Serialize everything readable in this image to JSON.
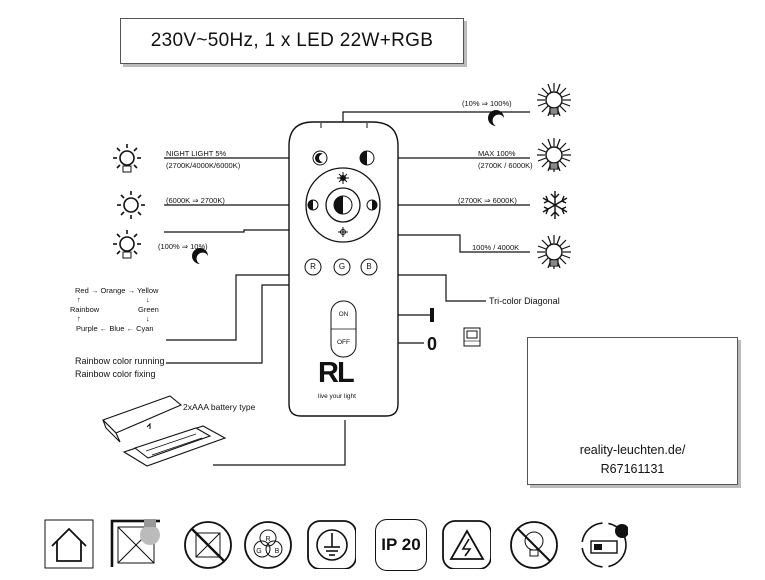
{
  "spec": "230V~50Hz, 1 x LED  22W+RGB",
  "callouts": {
    "top_range": "(10% ⇒ 100%)",
    "night_light_title": "NIGHT LIGHT 5%",
    "night_light_temps": "(2700K/4000K/6000K)",
    "max_title": "MAX 100%",
    "max_temps": "(2700K / 6000K)",
    "warm_shift": "(6000K ⇒ 2700K)",
    "cool_shift": "(2700K ⇒ 6000K)",
    "dim_range": "(100% ⇒ 10%)",
    "default_state": "100% / 4000K"
  },
  "rgb_cycle": {
    "red": "Red",
    "orange": "Orange",
    "yellow": "Yellow",
    "green": "Green",
    "cyan": "Cyan",
    "blue": "Blue",
    "purple": "Purple",
    "rainbow": "Rainbow"
  },
  "rainbow_running": "Rainbow color running",
  "rainbow_fixing": "Rainbow color fixing",
  "tri_color": "Tri-color Diagonal",
  "buttons": {
    "r": "R",
    "g": "G",
    "b": "B",
    "on": "ON",
    "off": "OFF"
  },
  "power_on_symbol": "I",
  "power_off_symbol": "0",
  "remote_logo": "RL",
  "remote_slogan": "live your light",
  "battery": "2xAAA battery type",
  "info": {
    "url": "reality-leuchten.de/",
    "code": "R67161131"
  },
  "ip_rating": "IP 20",
  "rgb_badge": {
    "r": "R",
    "g": "G",
    "b": "B"
  },
  "colors": {
    "line": "#111111",
    "box_border": "#555555",
    "shadow": "#bbbbbb"
  },
  "icons": [
    "indoor-house-icon",
    "no-bulb-replace-icon",
    "not-dimmable-icon",
    "rgb-icon",
    "earth-ground-icon",
    "ip20-icon",
    "high-voltage-icon",
    "led-not-replaceable-icon",
    "remote-control-icon"
  ]
}
